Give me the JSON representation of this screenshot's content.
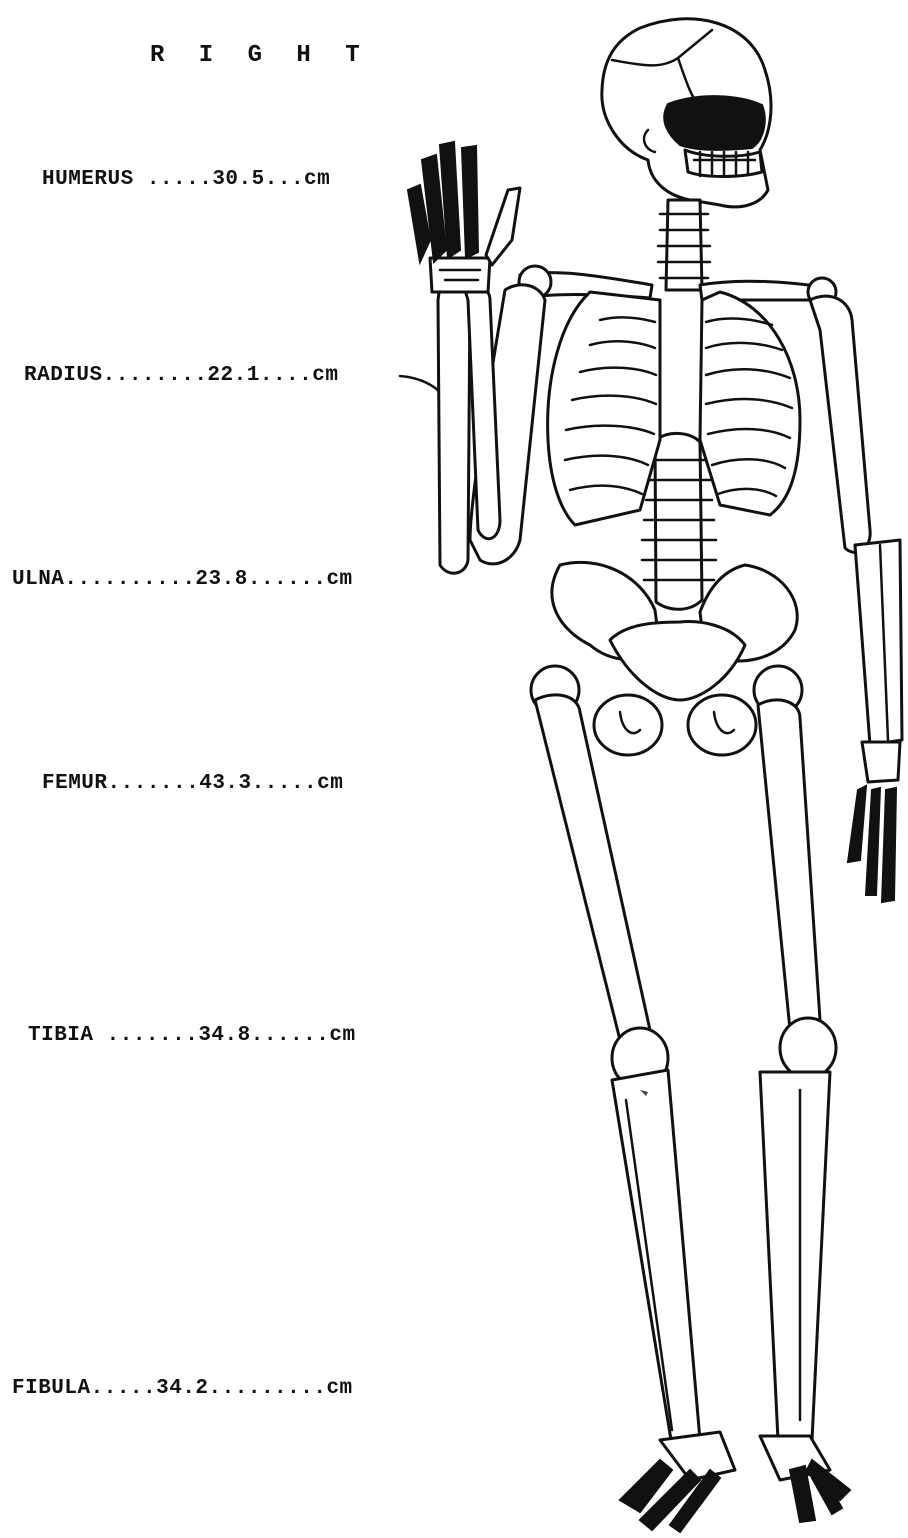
{
  "heading": "R I G H T",
  "measurements": [
    {
      "text": "HUMERUS .....30.5...cm"
    },
    {
      "text": "RADIUS........22.1....cm"
    },
    {
      "text": "ULNA..........23.8......cm"
    },
    {
      "text": "FEMUR.......43.3.....cm"
    },
    {
      "text": "TIBIA .......34.8......cm"
    },
    {
      "text": "FIBULA.....34.2.........cm"
    }
  ]
}
